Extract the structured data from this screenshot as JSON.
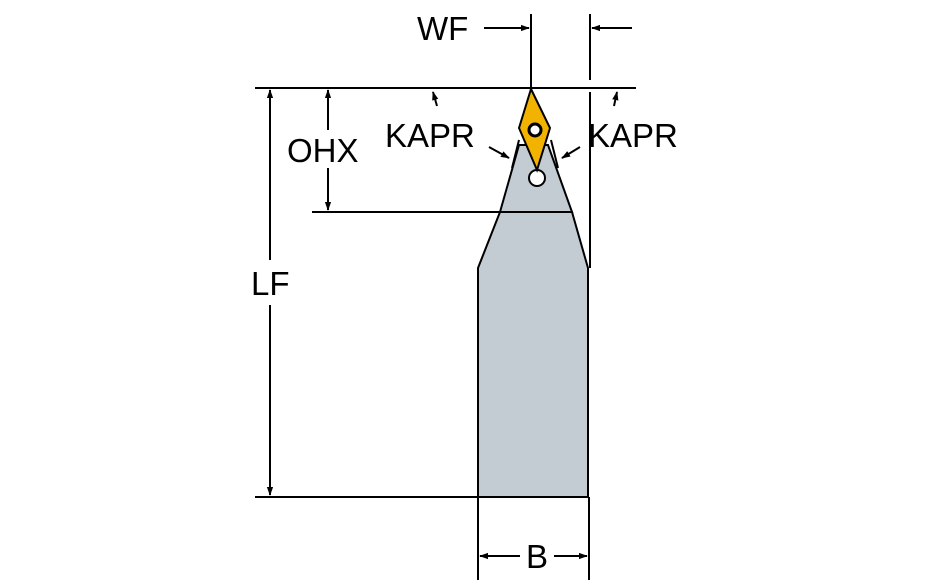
{
  "labels": {
    "wf": "WF",
    "ohx": "OHX",
    "kapr_left": "KAPR",
    "kapr_right": "KAPR",
    "lf": "LF",
    "b": "B"
  },
  "colors": {
    "shank": "#c3ccd3",
    "insert": "#f2b300",
    "insert_dark": "#b07a00",
    "lines": "#000000",
    "background": "#ffffff"
  },
  "icons": {
    "insert": "rhombic-insert-icon",
    "screw": "clamp-screw-icon"
  }
}
